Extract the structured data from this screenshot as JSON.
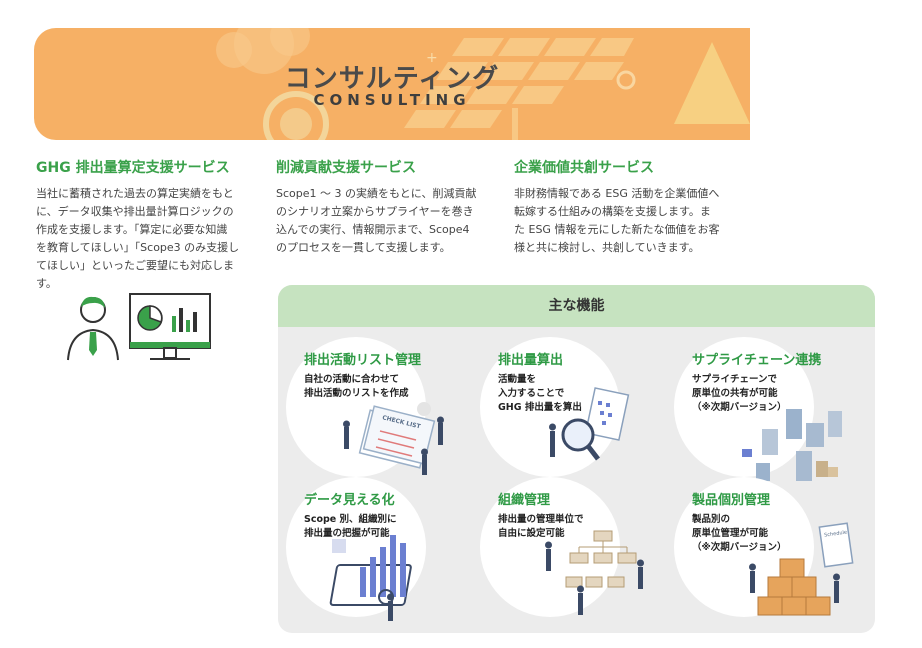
{
  "banner": {
    "title_jp": "コンサルティング",
    "title_en": "CONSULTING"
  },
  "services": [
    {
      "title": "GHG 排出量算定支援サービス",
      "lines": [
        "当社に蓄積された過去の算定実績をもと",
        "に、データ収集や排出量計算ロジックの",
        "作成を支援します。「算定に必要な知識",
        "を教育してほしい」「Scope3 のみ支援し",
        "てほしい」といったご要望にも対応しま",
        "す。"
      ]
    },
    {
      "title": "削減貢献支援サービス",
      "lines": [
        "Scope1 ～ 3 の実績をもとに、削減貢献",
        "のシナリオ立案からサプライヤーを巻き",
        "込んでの実行、情報開示まで、Scope4",
        "のプロセスを一貫して支援します。"
      ]
    },
    {
      "title": "企業価値共創サービス",
      "lines": [
        "非財務情報である ESG 活動を企業価値へ",
        "転嫁する仕組みの構築を支援します。ま",
        "た ESG 情報を元にした新たな価値をお客",
        "様と共に検討し、共創していきます。"
      ]
    }
  ],
  "features_panel": {
    "title": "主な機能",
    "items": [
      {
        "title": "排出活動リスト管理",
        "lines": [
          "自社の活動に合わせて",
          "排出活動のリストを作成"
        ],
        "icon": "checklist-icon",
        "badge": "CHECK LIST"
      },
      {
        "title": "排出量算出",
        "lines": [
          "活動量を",
          "入力することで",
          "GHG 排出量を算出"
        ],
        "icon": "magnifier-icon"
      },
      {
        "title": "サプライチェーン連携",
        "lines": [
          "サプライチェーンで",
          "原単位の共有が可能",
          "（※次期バージョン）"
        ],
        "icon": "buildings-icon"
      },
      {
        "title": "データ見える化",
        "lines": [
          "Scope 別、組織別に",
          "排出量の把握が可能"
        ],
        "icon": "bar-chart-icon"
      },
      {
        "title": "組織管理",
        "lines": [
          "排出量の管理単位で",
          "自由に設定可能"
        ],
        "icon": "org-chart-icon"
      },
      {
        "title": "製品個別管理",
        "lines": [
          "製品別の",
          "原単位管理が可能",
          "（※次期バージョン）"
        ],
        "icon": "boxes-icon",
        "badge": "Schedule"
      }
    ]
  },
  "colors": {
    "banner": "#f6b065",
    "accent_green": "#3aa14a",
    "panel_bg": "#ececec",
    "panel_header": "#c6e3c0"
  }
}
